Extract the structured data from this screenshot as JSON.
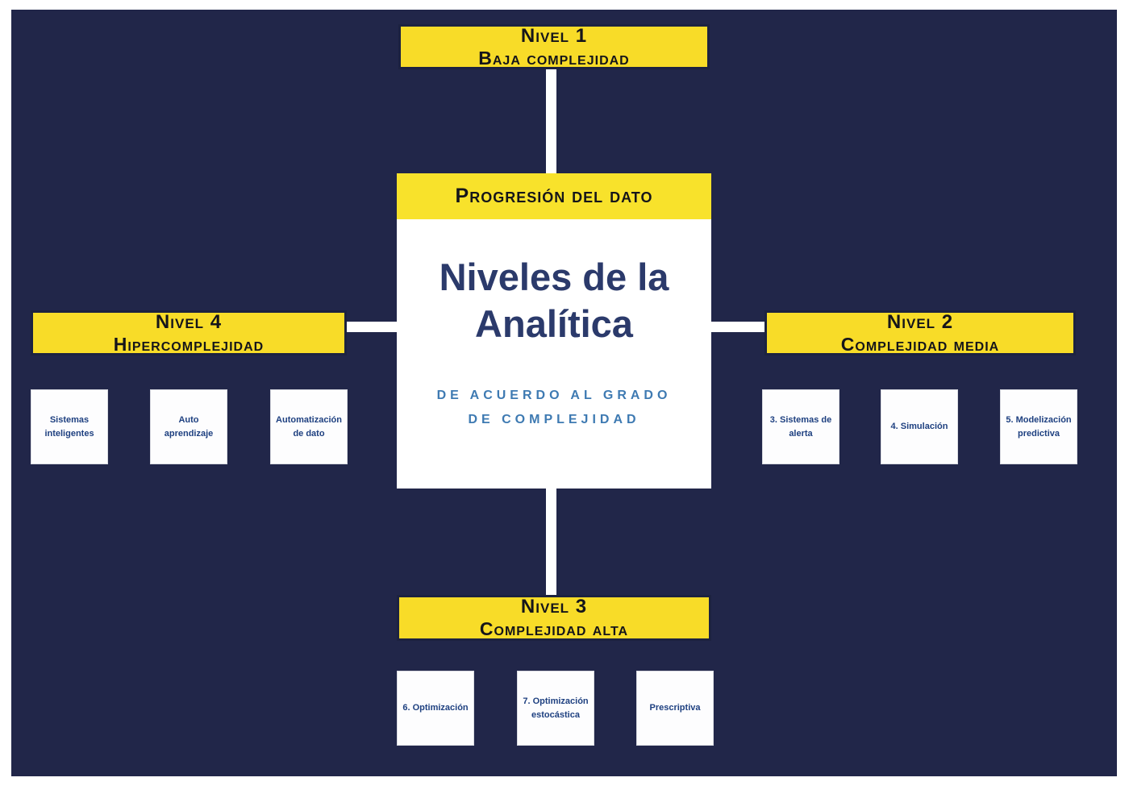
{
  "colors": {
    "background_navy": "#212649",
    "frame_white": "#FFFFFF",
    "accent_yellow": "#F8DC28",
    "title_blue": "#2B3A6B",
    "subtitle_blue": "#3E7AB2",
    "item_text_blue": "#1E4080",
    "level_text_black": "#15151A"
  },
  "center": {
    "header": "Progresión del dato",
    "title": "Niveles de la Analítica",
    "subtitle": "De acuerdo al grado de complejidad"
  },
  "levels": [
    {
      "line1": "Nivel 1",
      "line2": "Baja complejidad",
      "position": "top",
      "items": []
    },
    {
      "line1": "Nivel 2",
      "line2": "Complejidad media",
      "position": "right",
      "items": [
        "3. Sistemas de alerta",
        "4. Simulación",
        "5. Modelización predictiva"
      ]
    },
    {
      "line1": "Nivel 3",
      "line2": "Complejidad alta",
      "position": "bottom",
      "items": [
        "6. Optimización",
        "7. Optimización estocástica",
        "Prescriptiva"
      ]
    },
    {
      "line1": "Nivel 4",
      "line2": "Hipercomplejidad",
      "position": "left",
      "items": [
        "Sistemas inteligentes",
        "Auto aprendizaje",
        "Automatización de dato"
      ]
    }
  ]
}
